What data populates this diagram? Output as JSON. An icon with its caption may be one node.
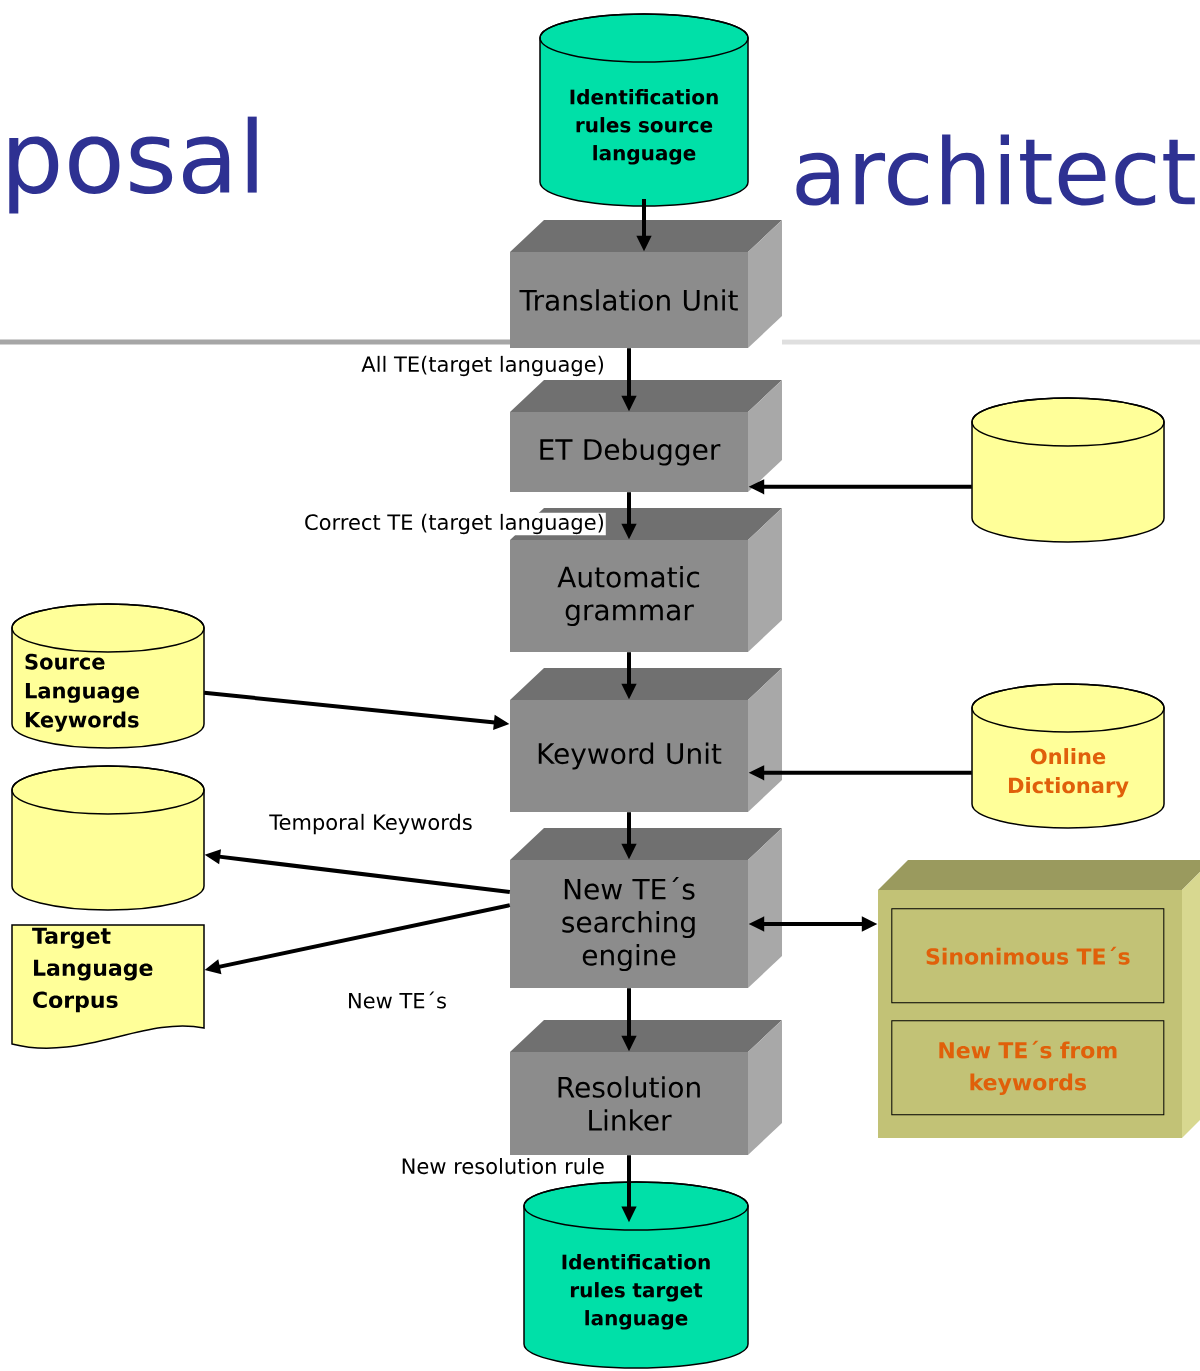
{
  "diagram": {
    "nodes": [
      {
        "text": [
          "Identification rules source language"
        ]
      },
      {
        "text": [
          "Translation Unit"
        ]
      },
      {
        "text": [
          "ET Debugger"
        ]
      },
      {
        "text": [],
        "shape": "cylinder"
      },
      {
        "text": [
          "Automatic grammar"
        ]
      },
      {
        "text": [
          "Source Language Keywords"
        ]
      },
      {
        "text": [
          "Keyword Unit"
        ]
      },
      {
        "text": [
          "Online Dictionary"
        ]
      },
      {
        "text": [],
        "shape": "cylinder"
      },
      {
        "text": [
          "New TE´s searching engine"
        ]
      },
      {
        "text": [
          "Target Language Corpus"
        ]
      },
      {
        "text": [],
        "shape": "box"
      },
      {
        "text": [
          "Sinonimous TE´s"
        ],
        "in": 11
      },
      {
        "text": [
          "New TE´s from keywords"
        ],
        "in": 11
      },
      {
        "text": [
          "Resolution Linker"
        ]
      },
      {
        "text": [
          "Identification rules target language"
        ]
      }
    ],
    "edges": [
      {
        "from": 0,
        "to": 1,
        "arrow": "to"
      },
      {
        "from": 1,
        "to": 2,
        "arrow": "to",
        "label": "All TE(target language)"
      },
      {
        "from": 3,
        "to": 2,
        "arrow": "to"
      },
      {
        "from": 2,
        "to": 4,
        "arrow": "to",
        "label": "Correct TE (target language)"
      },
      {
        "from": 4,
        "to": 6,
        "arrow": "to"
      },
      {
        "from": 5,
        "to": 6,
        "arrow": "to"
      },
      {
        "from": 7,
        "to": 6,
        "arrow": "to"
      },
      {
        "from": 6,
        "to": 9,
        "arrow": "to"
      },
      {
        "from": 9,
        "to": 8,
        "arrow": "to",
        "label": "Temporal Keywords"
      },
      {
        "from": 9,
        "to": 10,
        "arrow": "to",
        "label": "New TE´s"
      },
      {
        "from": 9,
        "to": 11,
        "arrow": "both"
      },
      {
        "from": 9,
        "to": 14,
        "arrow": "to"
      },
      {
        "from": 14,
        "to": 15,
        "arrow": "to",
        "label": "New resolution rule"
      }
    ],
    "labels": [
      "posal",
      "architect"
    ]
  }
}
